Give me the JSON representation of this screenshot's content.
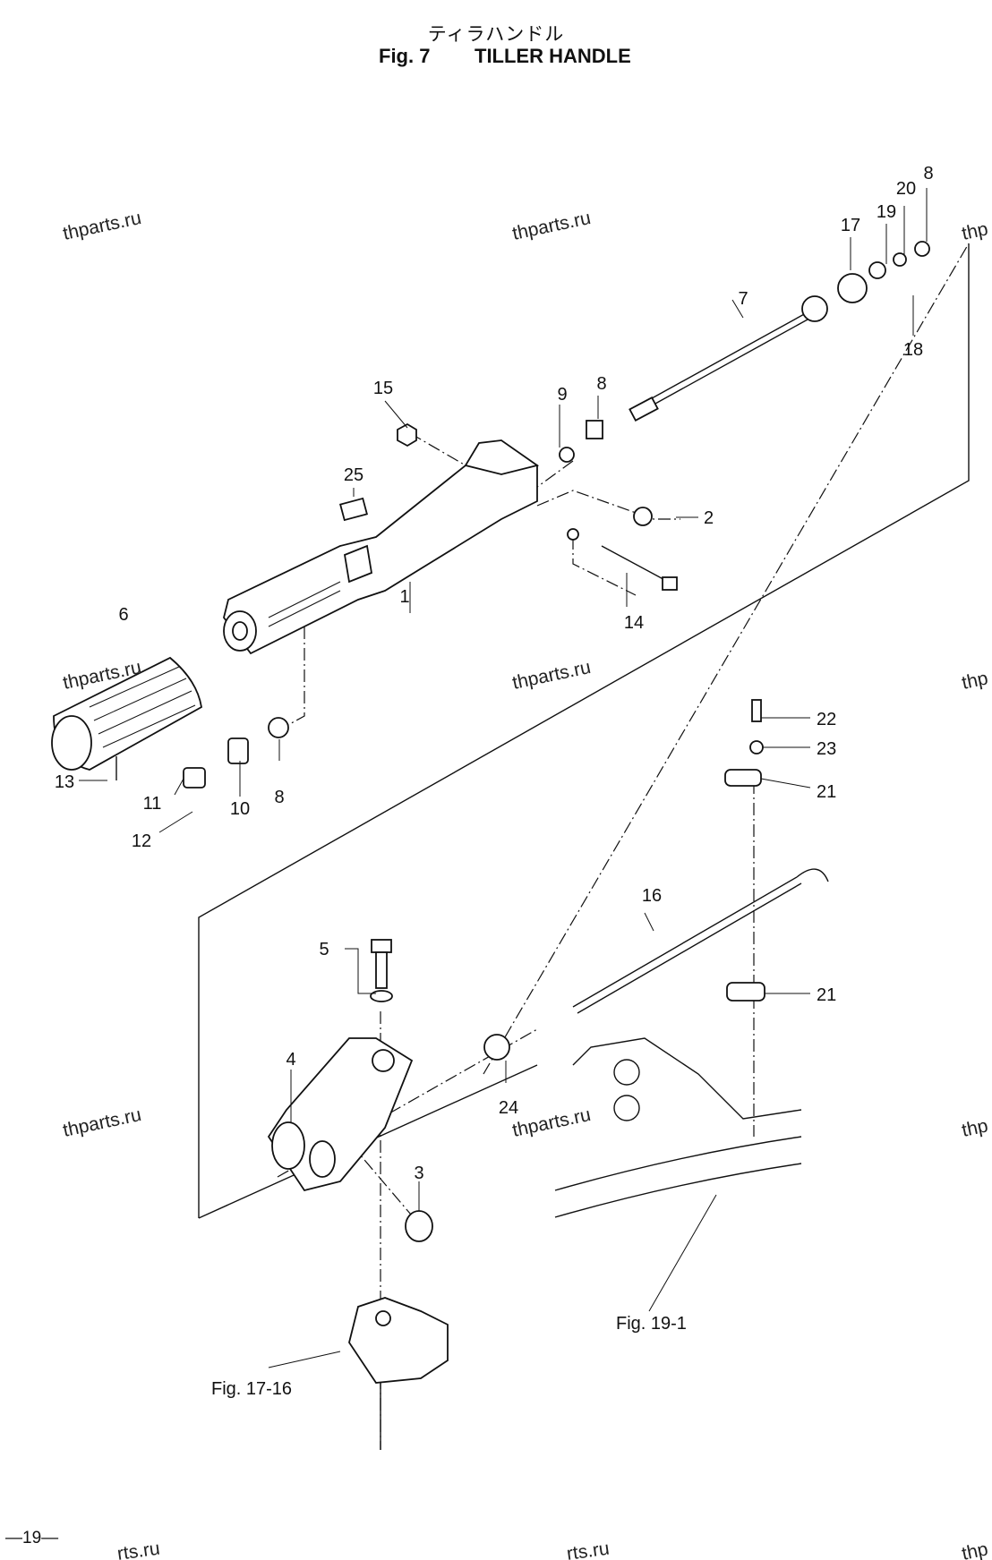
{
  "header": {
    "title_jp": "ティラハンドル",
    "fig_number": "Fig. 7",
    "fig_title": "TILLER HANDLE"
  },
  "callouts": [
    "1",
    "2",
    "3",
    "4",
    "5",
    "6",
    "7",
    "8",
    "8",
    "8",
    "9",
    "10",
    "11",
    "12",
    "13",
    "14",
    "15",
    "16",
    "17",
    "18",
    "19",
    "20",
    "21",
    "21",
    "22",
    "23",
    "24",
    "25"
  ],
  "figure_refs": [
    "Fig. 19-1",
    "Fig. 17-16"
  ],
  "watermarks": [
    "thparts.ru",
    "thparts.ru",
    "thparts.ru",
    "thparts.ru",
    "thparts.ru",
    "thparts.ru",
    "thp",
    "thp",
    "thp",
    "thp",
    "rts.ru",
    "rts.ru"
  ],
  "page_number": "—19—"
}
